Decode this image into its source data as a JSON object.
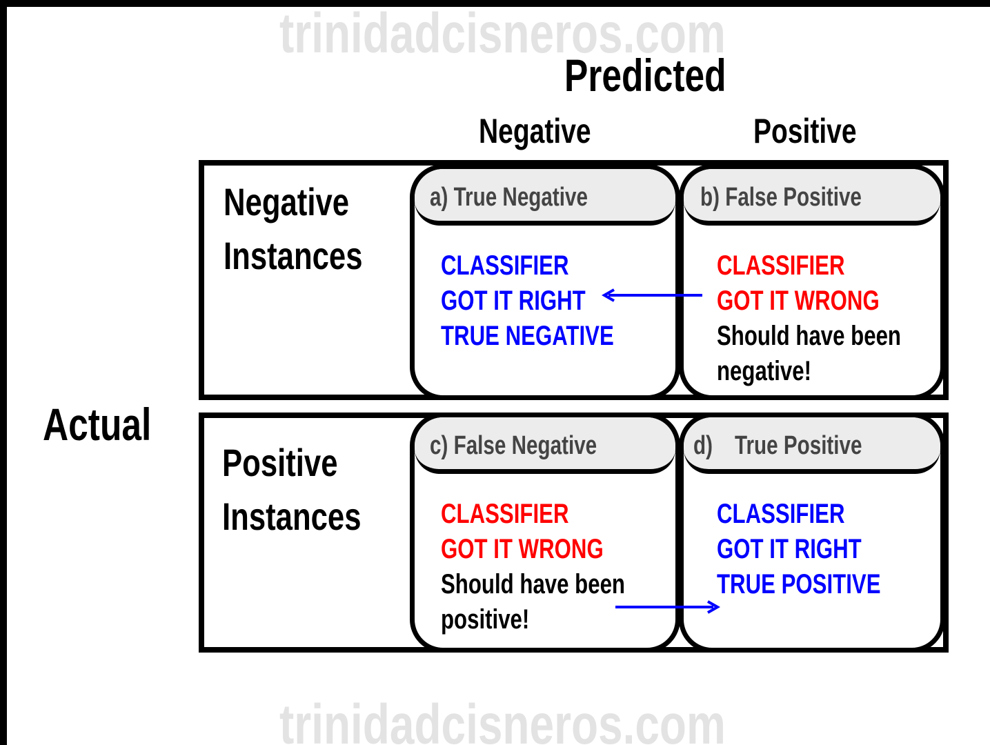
{
  "watermark": "trinidadcisneros.com",
  "title": "Predicted",
  "columns": {
    "negative": "Negative",
    "positive": "Positive"
  },
  "rows": {
    "negative": [
      "Negative",
      "Instances"
    ],
    "positive": [
      "Positive",
      "Instances"
    ]
  },
  "actual_label": "Actual",
  "cells": {
    "tn": {
      "tab": "a) True Negative",
      "lines": [
        "CLASSIFIER",
        "GOT IT RIGHT",
        "TRUE NEGATIVE"
      ]
    },
    "fp": {
      "tab": "b) False Positive",
      "lines": [
        "CLASSIFIER",
        "GOT IT WRONG",
        "Should have been",
        "negative!"
      ]
    },
    "fn": {
      "tab": "c) False Negative",
      "lines": [
        "CLASSIFIER",
        "GOT IT WRONG",
        "Should have been",
        "positive!"
      ]
    },
    "tp": {
      "tab_prefix": "d)",
      "tab": "True Positive",
      "lines": [
        "CLASSIFIER",
        "GOT IT RIGHT",
        "TRUE POSITIVE"
      ]
    }
  },
  "colors": {
    "right": "#0000ff",
    "wrong": "#ff0000",
    "tab_bg": "#ececec",
    "watermark": "#e3e3e3"
  }
}
